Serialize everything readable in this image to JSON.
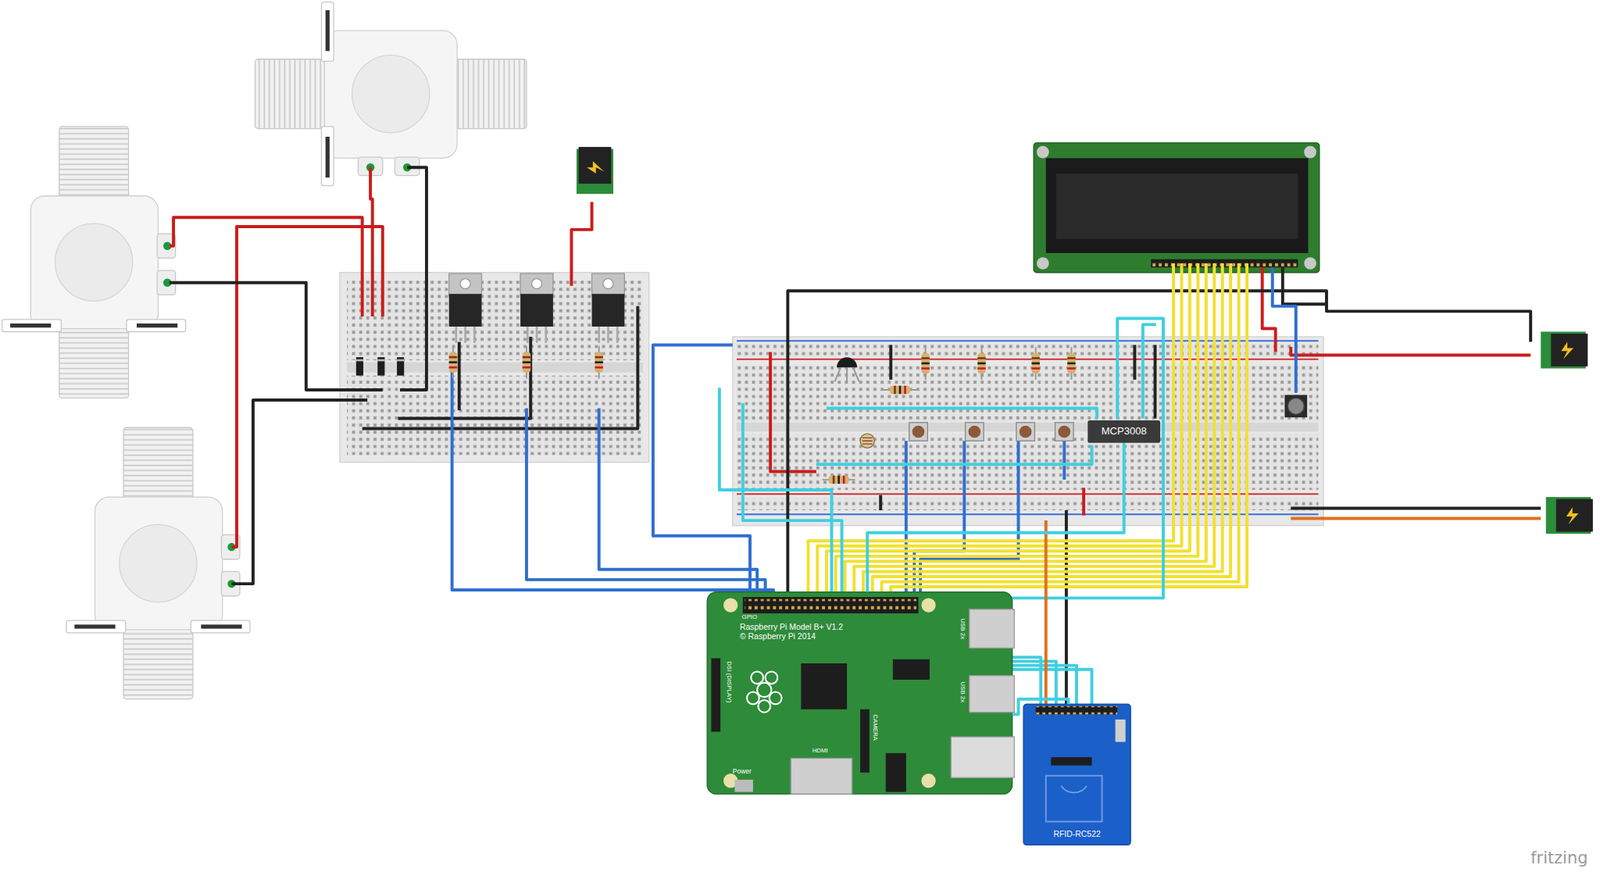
{
  "diagram": {
    "nodes": [
      {
        "text": [
          "Raspberry Pi Model B+ V1.2",
          "© Raspberry Pi 2014"
        ]
      },
      {
        "text": [
          "MCP3008"
        ]
      },
      {
        "text": [
          "RFID-RC522"
        ]
      }
    ],
    "edges": [
      {
        "from": 0,
        "to": 1,
        "arrow": "none"
      },
      {
        "from": 0,
        "to": 2,
        "arrow": "none"
      }
    ],
    "labels": [
      "GPIO",
      "DSI (DISPLAY)",
      "USB 2x",
      "USB 2x",
      "CAMERA",
      "HDMI",
      "Power",
      "fritzing"
    ]
  }
}
